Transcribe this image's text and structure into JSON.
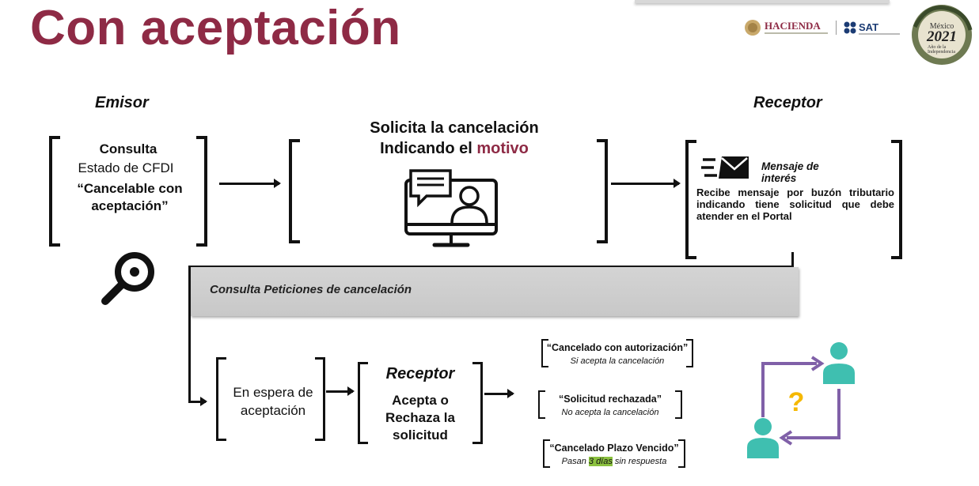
{
  "title": "Con aceptación",
  "logos": {
    "hacienda": "HACIENDA",
    "sat": "SAT",
    "mexico": "México",
    "year": "2021",
    "year_sub": "Año de la Independencia"
  },
  "emisor": {
    "role": "Emisor",
    "line1": "Consulta",
    "line2": "Estado de CFDI",
    "line3": "“Cancelable con aceptación”"
  },
  "solicita": {
    "line1": "Solicita  la cancelación",
    "line2_prefix": "Indicando el ",
    "line2_highlight": "motivo"
  },
  "receptor_top": {
    "role": "Receptor",
    "msg_title": "Mensaje de interés",
    "msg_body": "Recibe mensaje por buzón tributario indicando tiene solicitud que debe atender en el Portal"
  },
  "band": {
    "label": "Consulta Peticiones de cancelación"
  },
  "espera": {
    "text": "En espera de aceptación"
  },
  "receptor_bottom": {
    "role": "Receptor",
    "text": "Acepta o Rechaza la solicitud"
  },
  "outcomes": [
    {
      "title": "“Cancelado con autorización”",
      "sub": "Si acepta la cancelación"
    },
    {
      "title": "“Solicitud rechazada”",
      "sub": "No acepta la cancelación"
    },
    {
      "title": "“Cancelado Plazo Vencido”",
      "sub_prefix": "Pasan ",
      "sub_highlight": "3 días",
      "sub_suffix": " sin respuesta"
    }
  ],
  "colors": {
    "title": "#8e2a45",
    "band": "#d0d0d0",
    "person": "#3fbfb0",
    "arrow_purple": "#8060a8",
    "question": "#f5b800",
    "highlight": "#8bc13f"
  }
}
